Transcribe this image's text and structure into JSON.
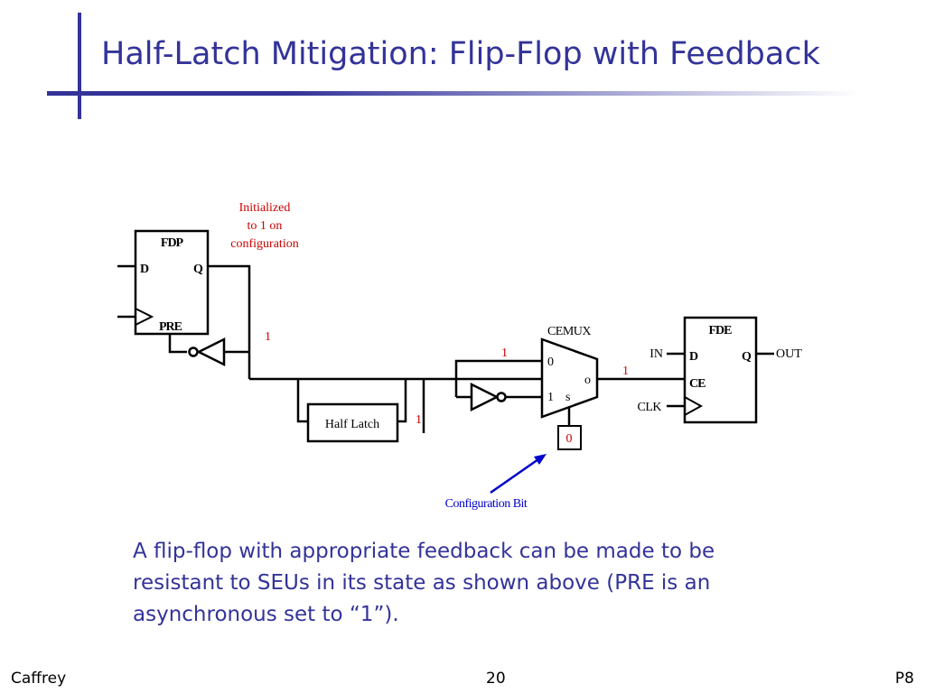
{
  "slide": {
    "title": "Half-Latch Mitigation: Flip-Flop with Feedback",
    "body": "A flip-flop with appropriate feedback can be made to be resistant to SEUs in its state as shown above (PRE is an asynchronous set to “1”).",
    "colors": {
      "title": "#333399",
      "accent": "#cc0000",
      "annotation": "#0000cc"
    }
  },
  "diagram": {
    "fdp": {
      "name": "FDP",
      "d": "D",
      "q": "Q",
      "pre": "PRE"
    },
    "init_note": [
      "Initialized",
      "to 1 on",
      "configuration"
    ],
    "half_latch": "Half Latch",
    "cemux": {
      "name": "CEMUX",
      "in0": "0",
      "in1": "1",
      "out": "o",
      "sel": "s"
    },
    "config_bit": {
      "value": "0",
      "label": "Configuration Bit"
    },
    "fde": {
      "name": "FDE",
      "d": "D",
      "q": "Q",
      "ce": "CE"
    },
    "signals": {
      "in": "IN",
      "out": "OUT",
      "clk": "CLK"
    },
    "values": {
      "feedback": "1",
      "mux_in": "1",
      "mux_out": "1",
      "half_latch_out": "1"
    }
  },
  "footer": {
    "left": "Caffrey",
    "center": "20",
    "right": "P8"
  }
}
